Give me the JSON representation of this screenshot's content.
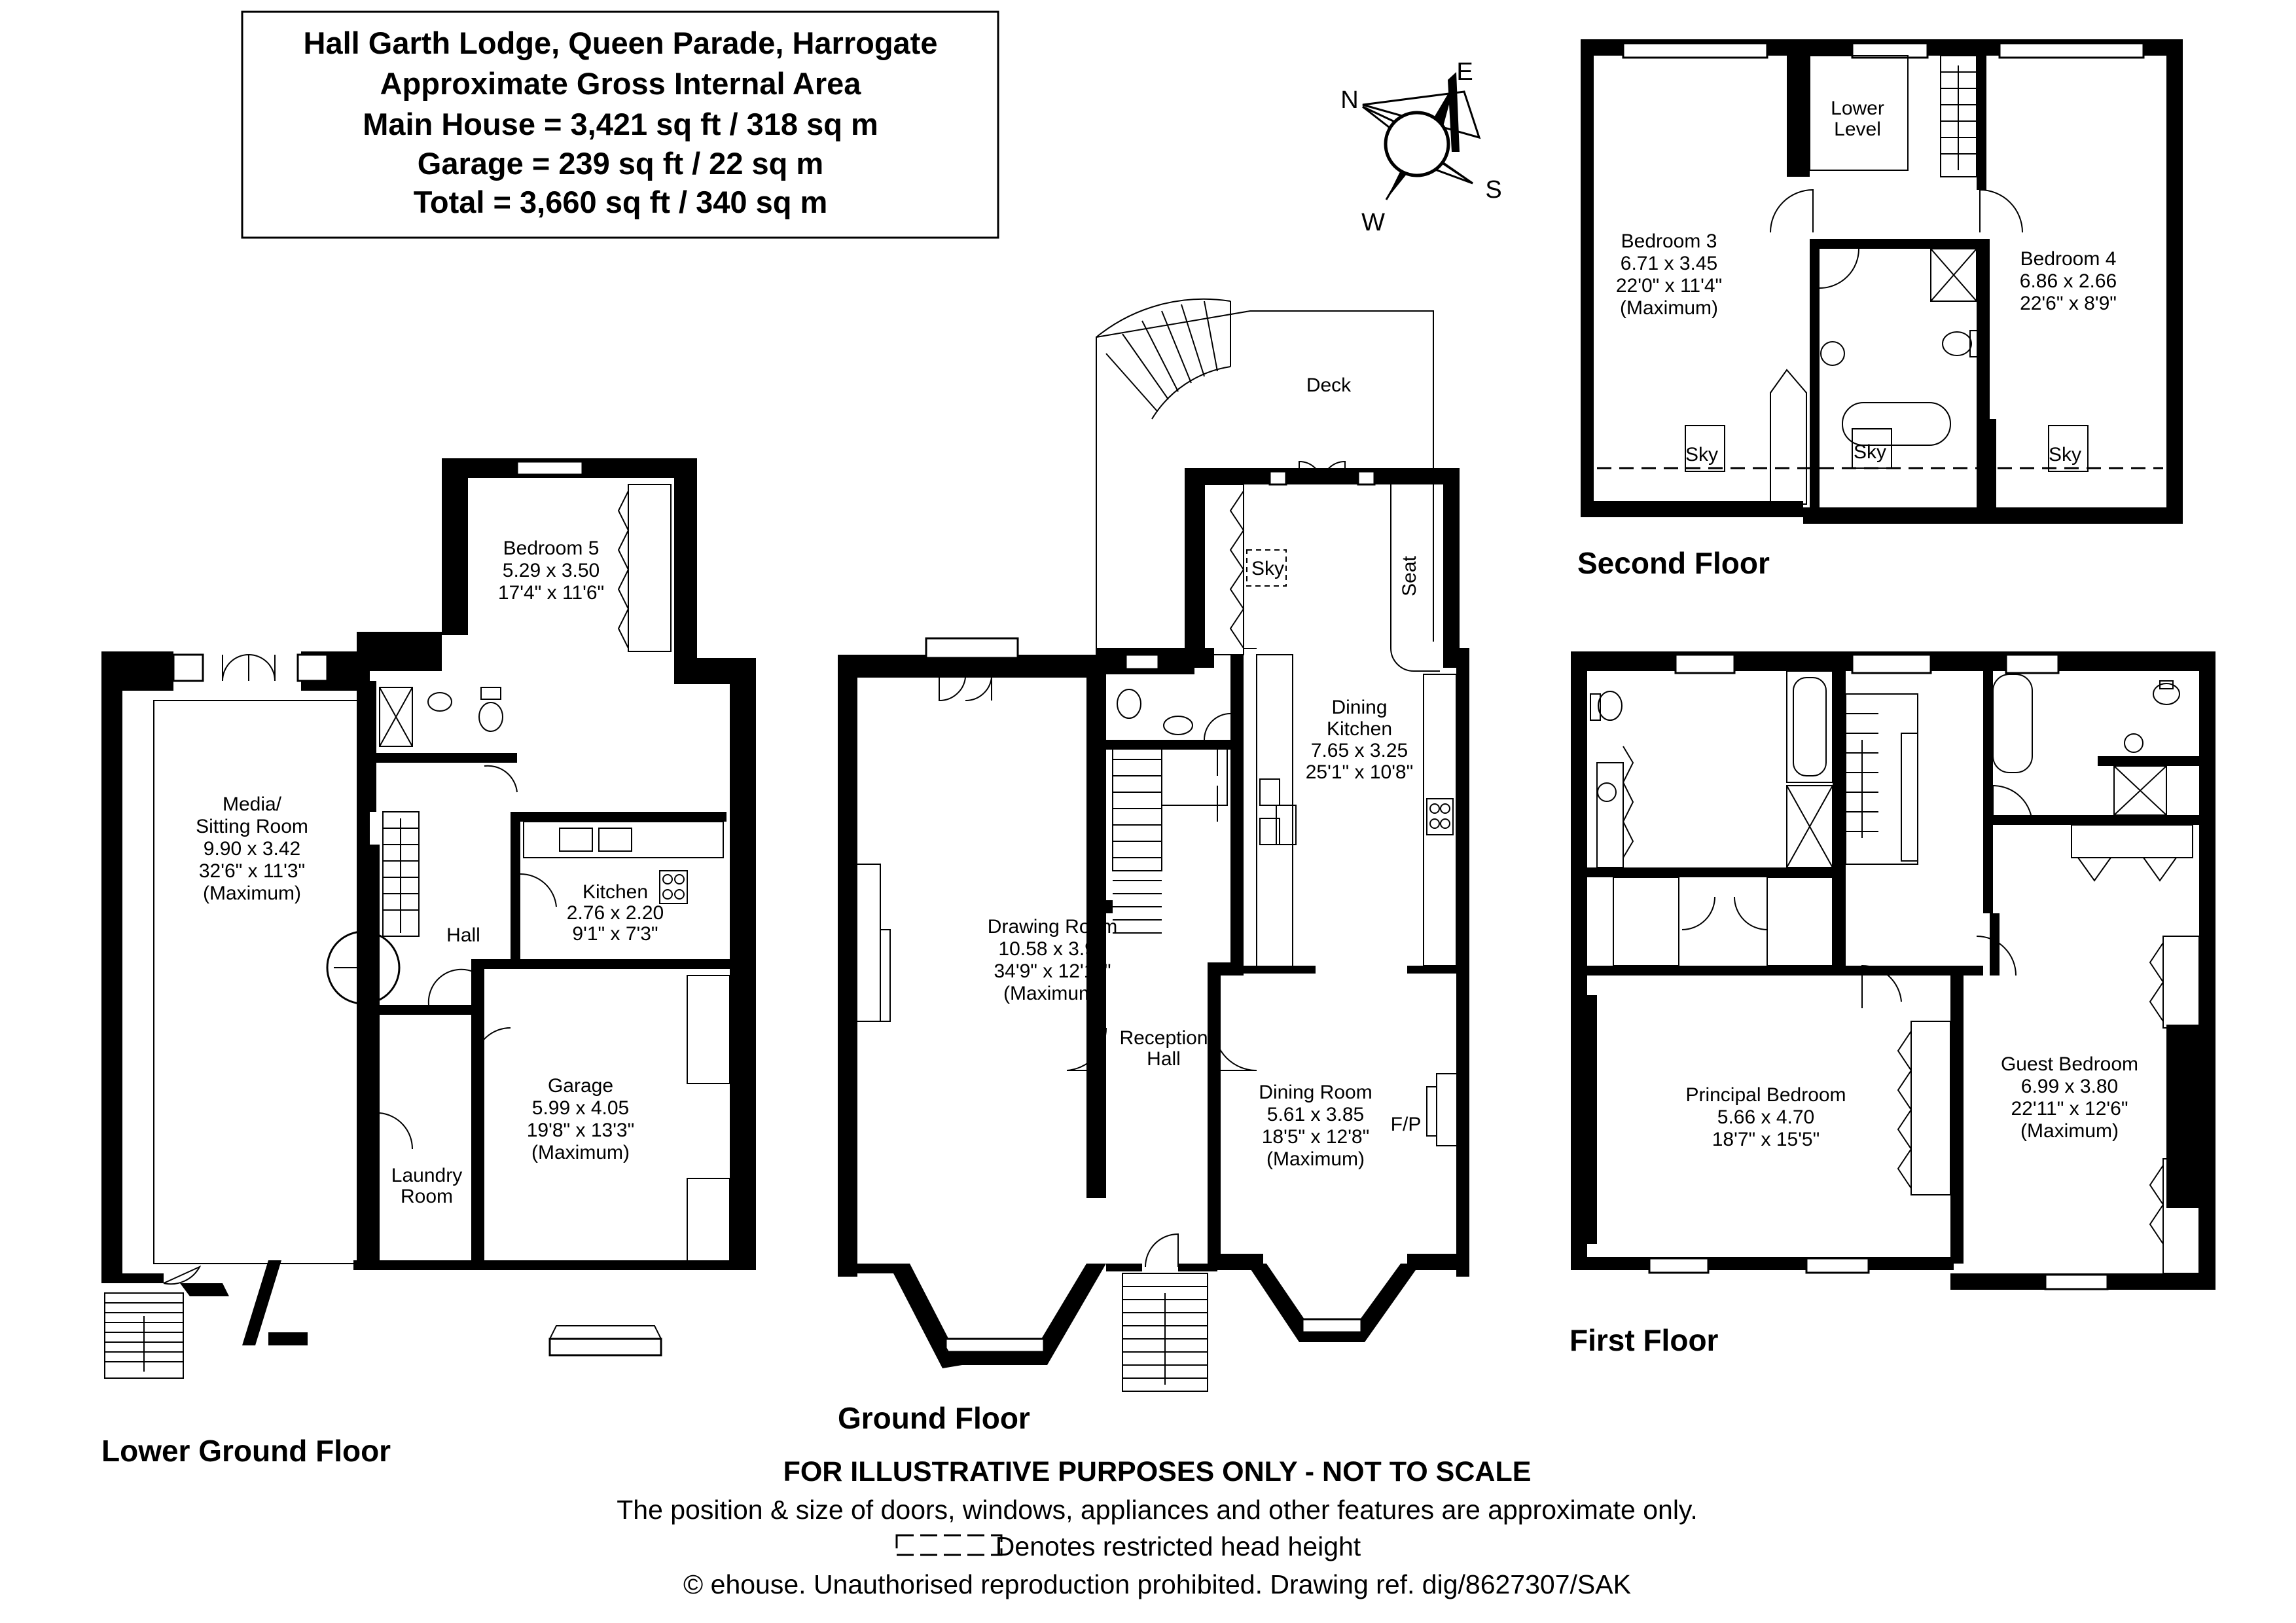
{
  "header": {
    "title": "Hall Garth Lodge, Queen Parade, Harrogate",
    "subtitle": "Approximate Gross Internal Area",
    "main_house": "Main House = 3,421 sq ft / 318 sq m",
    "garage": "Garage = 239 sq ft / 22 sq m",
    "total": "Total = 3,660 sq ft / 340 sq m"
  },
  "compass": {
    "n": "N",
    "e": "E",
    "s": "S",
    "w": "W"
  },
  "floors": {
    "lower_ground": "Lower Ground Floor",
    "ground": "Ground Floor",
    "first": "First Floor",
    "second": "Second Floor"
  },
  "rooms": {
    "media": [
      "Media/",
      "Sitting Room",
      "9.90 x 3.42",
      "32'6\" x 11'3\"",
      "(Maximum)"
    ],
    "bedroom5": [
      "Bedroom 5",
      "5.29 x 3.50",
      "17'4\" x 11'6\""
    ],
    "kitchen": [
      "Kitchen",
      "2.76 x 2.20",
      "9'1\" x 7'3\""
    ],
    "hall": "Hall",
    "garage": [
      "Garage",
      "5.99 x 4.05",
      "19'8\" x 13'3\"",
      "(Maximum)"
    ],
    "laundry": [
      "Laundry",
      "Room"
    ],
    "drawing": [
      "Drawing Room",
      "10.58 x 3.94",
      "34'9\" x 12'11\"",
      "(Maximum)"
    ],
    "reception": [
      "Reception",
      "Hall"
    ],
    "deck": "Deck",
    "seat": "Seat",
    "sky": "Sky",
    "dining_kitchen": [
      "Dining",
      "Kitchen",
      "7.65 x 3.25",
      "25'1\" x 10'8\""
    ],
    "dining_room": [
      "Dining Room",
      "5.61 x 3.85",
      "18'5\" x 12'8\"",
      "(Maximum)"
    ],
    "fp": "F/P",
    "bedroom3": [
      "Bedroom 3",
      "6.71 x 3.45",
      "22'0\" x 11'4\"",
      "(Maximum)"
    ],
    "lower_level": [
      "Lower",
      "Level"
    ],
    "bedroom4": [
      "Bedroom 4",
      "6.86 x 2.66",
      "22'6\" x 8'9\""
    ],
    "principal": [
      "Principal Bedroom",
      "5.66 x 4.70",
      "18'7\" x 15'5\""
    ],
    "guest": [
      "Guest Bedroom",
      "6.99 x 3.80",
      "22'11\" x 12'6\"",
      "(Maximum)"
    ]
  },
  "footer": {
    "disclaimer": "FOR ILLUSTRATIVE PURPOSES ONLY - NOT TO SCALE",
    "position": "The position & size of doors, windows, appliances and other features are approximate only.",
    "head_height": "Denotes restricted head height",
    "copyright": "© ehouse. Unauthorised reproduction prohibited. Drawing ref. dig/8627307/SAK"
  }
}
